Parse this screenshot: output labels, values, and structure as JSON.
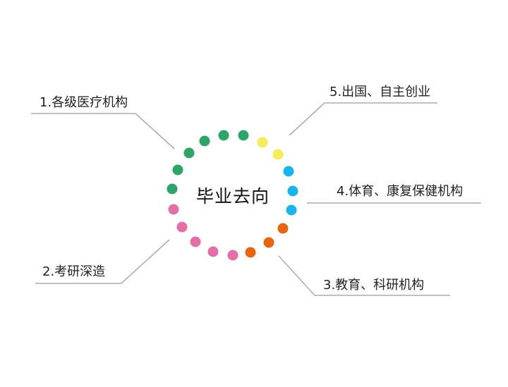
{
  "center_title": "毕业去向",
  "labels": {
    "l1": "1.各级医疗机构",
    "l2": "2.考研深造",
    "l3": "3.教育、科研机构",
    "l4": "4.体育、康复保健机构",
    "l5": "5.出国、自主创业"
  },
  "colors": {
    "green": "#2fa468",
    "yellow": "#f5ec5c",
    "blue": "#1ab4ec",
    "orange": "#e8650f",
    "pink": "#e36fa6",
    "line": "#9a9a9a"
  },
  "dots": [
    "green",
    "green",
    "green",
    "green",
    "green",
    "green",
    "yellow",
    "yellow",
    "blue",
    "blue",
    "blue",
    "orange",
    "orange",
    "orange",
    "pink",
    "pink",
    "pink",
    "pink",
    "pink"
  ]
}
